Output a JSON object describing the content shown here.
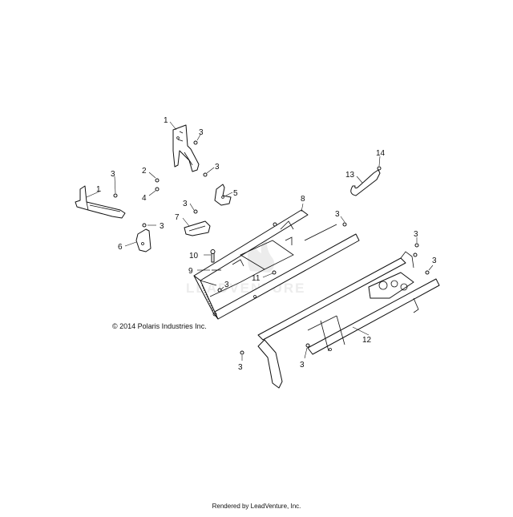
{
  "copyright": "© 2014 Polaris Industries Inc.",
  "footer": "Rendered by LeadVenture, Inc.",
  "watermark": "LEADVENTURE",
  "callouts": [
    {
      "id": "c1a",
      "text": "1"
    },
    {
      "id": "c3a",
      "text": "3"
    },
    {
      "id": "c2",
      "text": "2"
    },
    {
      "id": "c4",
      "text": "4"
    },
    {
      "id": "c3b",
      "text": "3"
    },
    {
      "id": "c1b",
      "text": "1"
    },
    {
      "id": "c3c",
      "text": "3"
    },
    {
      "id": "c5",
      "text": "5"
    },
    {
      "id": "c3d",
      "text": "3"
    },
    {
      "id": "c7",
      "text": "7"
    },
    {
      "id": "c3e",
      "text": "3"
    },
    {
      "id": "c6",
      "text": "6"
    },
    {
      "id": "c8",
      "text": "8"
    },
    {
      "id": "c3f",
      "text": "3"
    },
    {
      "id": "c14",
      "text": "14"
    },
    {
      "id": "c13",
      "text": "13"
    },
    {
      "id": "c3g",
      "text": "3"
    },
    {
      "id": "c3h",
      "text": "3"
    },
    {
      "id": "c10",
      "text": "10"
    },
    {
      "id": "c9",
      "text": "9"
    },
    {
      "id": "c11",
      "text": "11"
    },
    {
      "id": "c3i",
      "text": "3"
    },
    {
      "id": "c12",
      "text": "12"
    },
    {
      "id": "c3j",
      "text": "3"
    },
    {
      "id": "c3k",
      "text": "3"
    }
  ]
}
